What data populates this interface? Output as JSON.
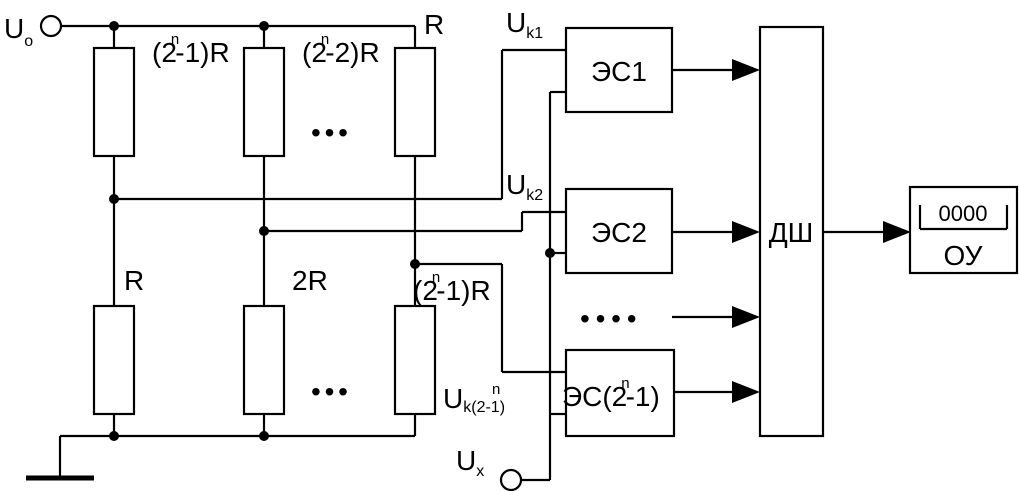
{
  "labels": {
    "u0_main": "U",
    "u0_sub": "o",
    "r_top_1_pre": "(2",
    "r_top_1_sup": "n",
    "r_top_1_post": "-1)R",
    "r_top_2_pre": "(2",
    "r_top_2_sup": "n",
    "r_top_2_post": "-2)R",
    "r_top_3": "R",
    "r_bot_1": "R",
    "r_bot_2": "2R",
    "r_bot_3_pre": "(2",
    "r_bot_3_sup": "n",
    "r_bot_3_post": "-1)R",
    "uk1_main": "U",
    "uk1_sub": "k1",
    "uk2_main": "U",
    "uk2_sub": "k2",
    "ukn_main": "U",
    "ukn_sub": "k(2-1)",
    "ukn_sup": "n",
    "ux_main": "U",
    "ux_sub": "x",
    "ellipsis_top": "• • •",
    "ellipsis_bottom": "• • •",
    "ellipsis_comparators": "• • • •",
    "es1": "ЭС1",
    "es2": "ЭС2",
    "esn_pre": "ЭС(2",
    "esn_sup": "n",
    "esn_post": "-1)",
    "decoder": "ДШ",
    "display_value": "0000",
    "display_name": "ОУ"
  }
}
